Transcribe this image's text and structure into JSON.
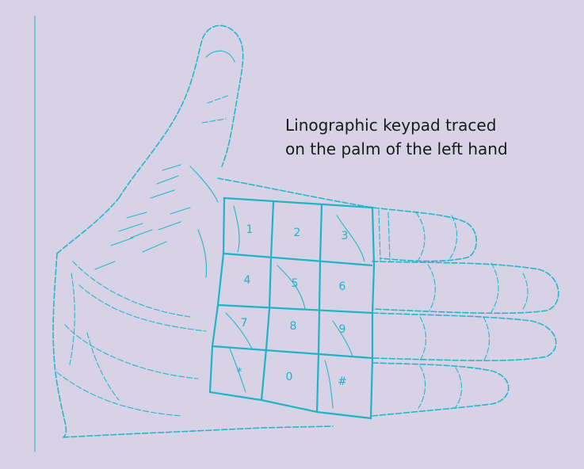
{
  "caption": {
    "line1": "Linographic keypad traced",
    "line2": "on the palm of the left hand"
  },
  "keypad": {
    "keys": [
      "1",
      "2",
      "3",
      "4",
      "5",
      "6",
      "7",
      "8",
      "9",
      "*",
      "0",
      "#"
    ]
  },
  "colors": {
    "background": "#d7d2e6",
    "drawing": "#23b7c8",
    "text": "#1a1a1a"
  }
}
